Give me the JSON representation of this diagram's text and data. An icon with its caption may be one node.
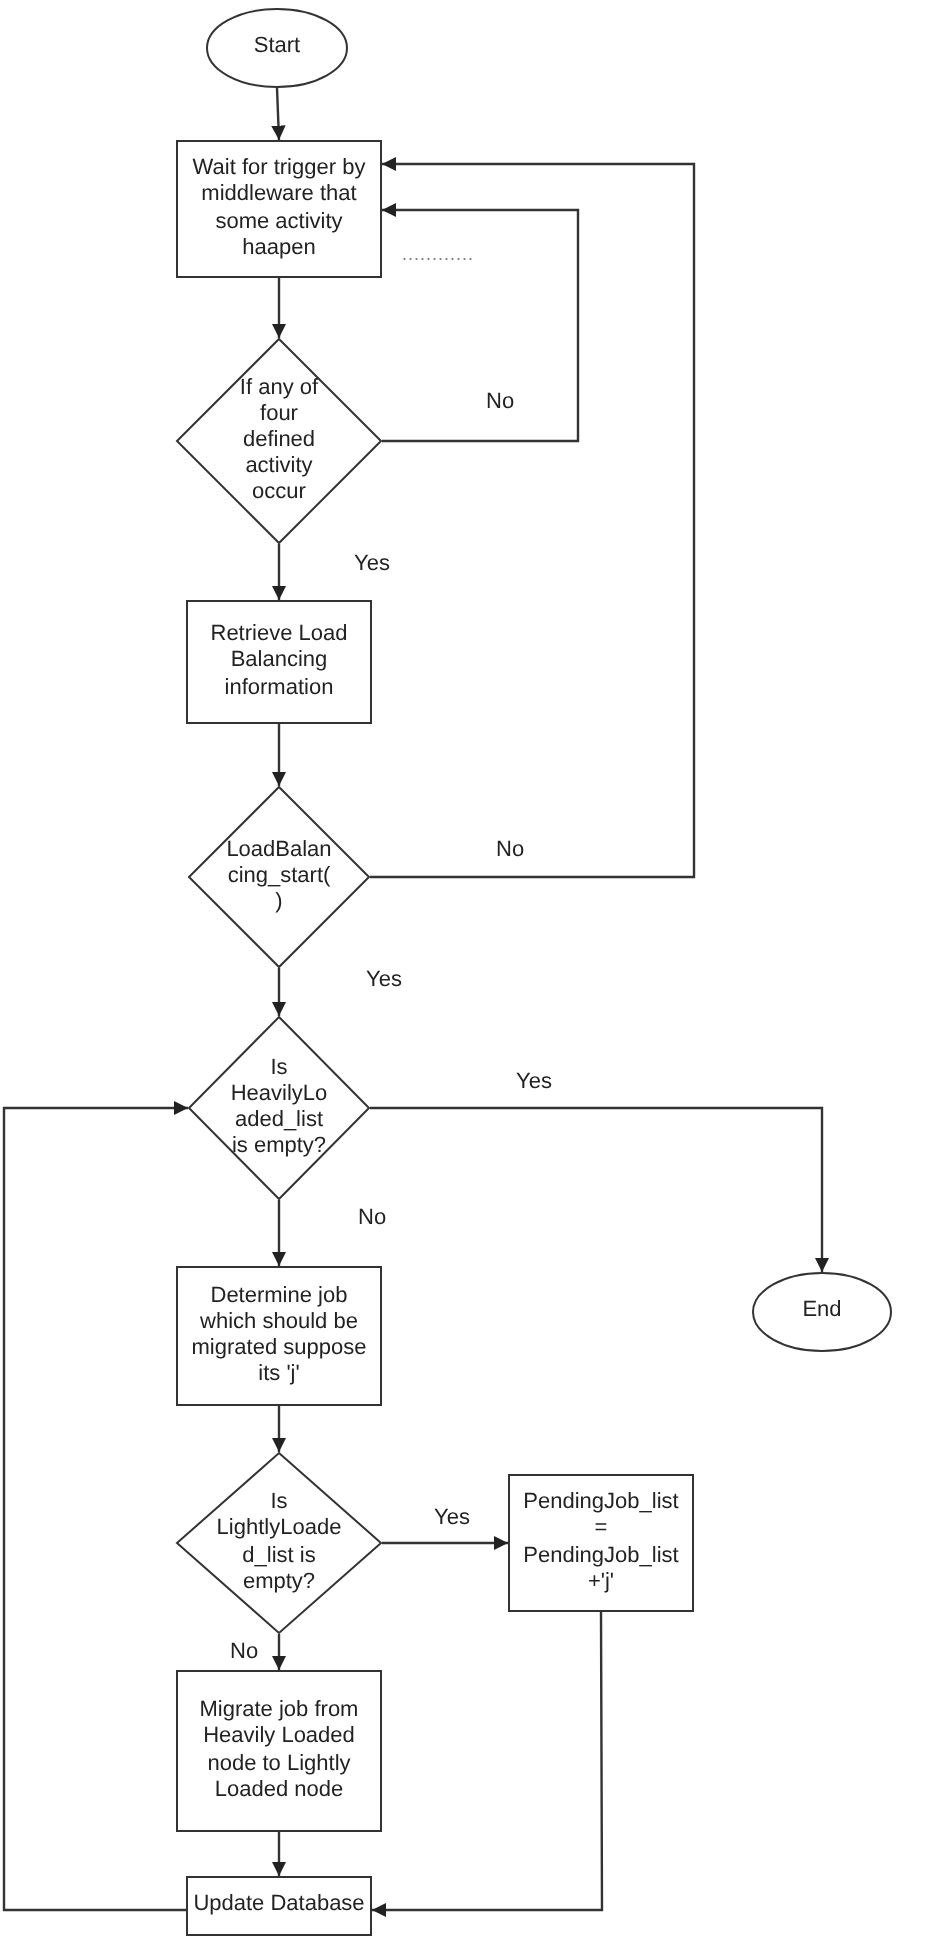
{
  "diagram": {
    "nodes": [
      {
        "text": [
          "Start"
        ]
      },
      {
        "text": [
          "Wait for trigger by middleware that some activity haapen"
        ]
      },
      {
        "text": [
          "If any of four defined activity occur"
        ]
      },
      {
        "text": [
          "Retrieve Load Balancing information"
        ]
      },
      {
        "text": [
          "LoadBalancing_start()"
        ]
      },
      {
        "text": [
          "Is HeavilyLoaded_list is empty?"
        ]
      },
      {
        "text": [
          "End"
        ]
      },
      {
        "text": [
          "Determine  job which should be migrated suppose its 'j'"
        ]
      },
      {
        "text": [
          "Is LightlyLoaded_list is empty?"
        ]
      },
      {
        "text": [
          "PendingJob_list = PendingJob_list +'j'"
        ]
      },
      {
        "text": [
          "Migrate job from Heavily Loaded node to Lightly Loaded node"
        ]
      },
      {
        "text": [
          "Update Database"
        ]
      }
    ],
    "edges": [
      {
        "from": 0,
        "to": 1,
        "arrow": "to"
      },
      {
        "from": 1,
        "to": 2,
        "arrow": "to"
      },
      {
        "from": 2,
        "to": 1,
        "arrow": "to",
        "label": "No"
      },
      {
        "from": 2,
        "to": 3,
        "arrow": "to",
        "label": "Yes"
      },
      {
        "from": 3,
        "to": 4,
        "arrow": "to"
      },
      {
        "from": 4,
        "to": 1,
        "arrow": "to",
        "label": "No"
      },
      {
        "from": 4,
        "to": 5,
        "arrow": "to",
        "label": "Yes"
      },
      {
        "from": 5,
        "to": 6,
        "arrow": "to",
        "label": "Yes"
      },
      {
        "from": 5,
        "to": 7,
        "arrow": "to",
        "label": "No"
      },
      {
        "from": 7,
        "to": 8,
        "arrow": "to"
      },
      {
        "from": 8,
        "to": 9,
        "arrow": "to",
        "label": "Yes"
      },
      {
        "from": 8,
        "to": 10,
        "arrow": "to",
        "label": "No"
      },
      {
        "from": 10,
        "to": 11,
        "arrow": "to"
      },
      {
        "from": 9,
        "to": 11,
        "arrow": "to"
      },
      {
        "from": 11,
        "to": 5,
        "arrow": "to"
      }
    ],
    "labels": [
      "............"
    ]
  }
}
